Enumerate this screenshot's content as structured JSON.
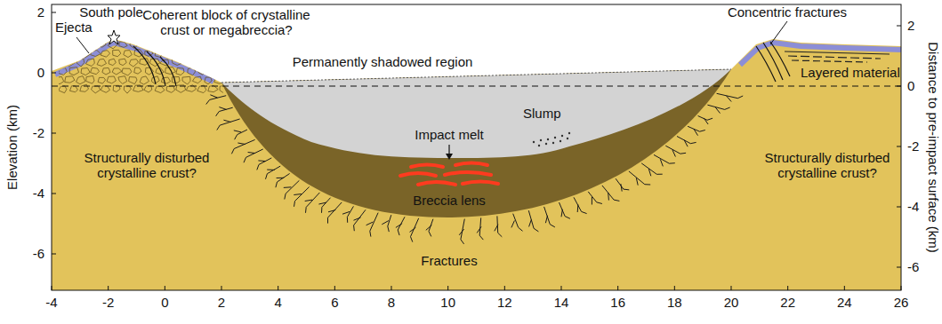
{
  "diagram": {
    "labels": [
      "Elevation (km)",
      "Distance to pre-impact surface (km)",
      "Ejecta",
      "South pole",
      "Coherent block of crystalline crust or megabreccia?",
      "Concentric fractures",
      "Permanently shadowed region",
      "Layered material",
      "Impact melt",
      "Slump",
      "Breccia lens",
      "Structurally disturbed crystalline crust?",
      "Structurally disturbed crystalline crust?",
      "Fractures",
      "2",
      "0",
      "-2",
      "-4",
      "-6",
      "2",
      "0",
      "-2",
      "-4",
      "-6",
      "-4",
      "-2",
      "0",
      "2",
      "4",
      "6",
      "8",
      "10",
      "12",
      "14",
      "16",
      "18",
      "20",
      "22",
      "24",
      "26"
    ]
  }
}
